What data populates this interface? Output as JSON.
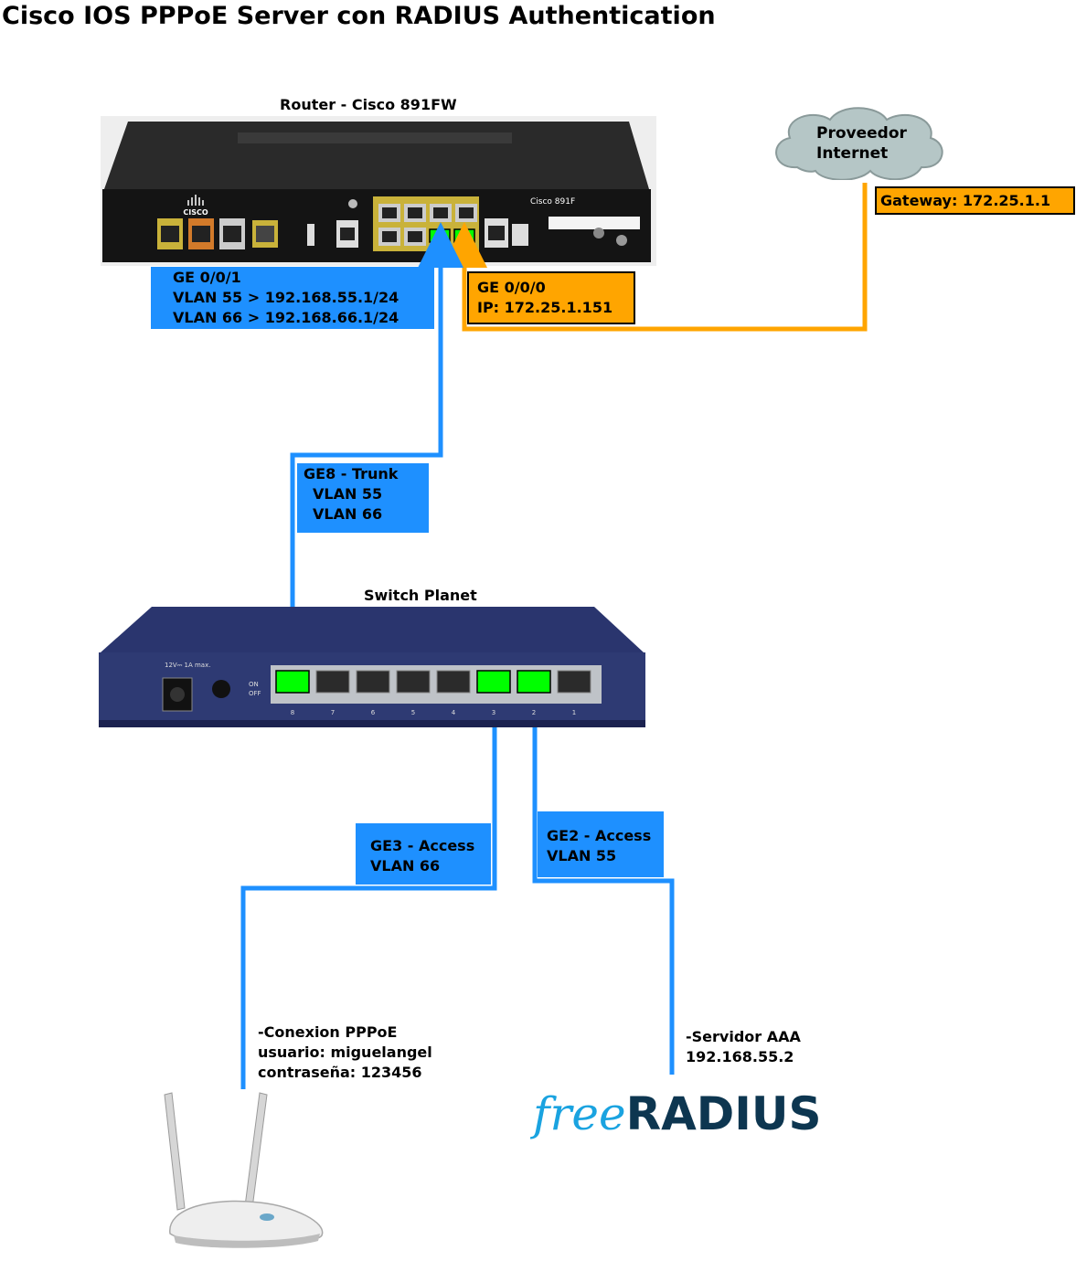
{
  "title": "Cisco IOS PPPoE Server con RADIUS Authentication",
  "router": {
    "caption": "Router - Cisco 891FW",
    "model_text": "Cisco 891F",
    "brand": "CISCO"
  },
  "isp_cloud": {
    "lines": [
      "Proveedor",
      "Internet"
    ]
  },
  "gateway_label": "Gateway: 172.25.1.1",
  "ge001": {
    "lines": [
      "GE 0/0/1",
      "VLAN 55 > 192.168.55.1/24",
      "VLAN 66 > 192.168.66.1/24"
    ]
  },
  "ge000": {
    "lines": [
      "GE 0/0/0",
      "IP: 172.25.1.151"
    ]
  },
  "ge8": {
    "lines": [
      "GE8 - Trunk",
      "VLAN 55",
      "VLAN 66"
    ]
  },
  "switch": {
    "caption": "Switch Planet",
    "power_label": "12V⎓ 1A max.",
    "on_label": "ON",
    "off_label": "OFF",
    "port_numbers": [
      "8",
      "7",
      "6",
      "5",
      "4",
      "3",
      "2",
      "1"
    ]
  },
  "ge3": {
    "lines": [
      "GE3 - Access",
      "VLAN 66"
    ]
  },
  "ge2": {
    "lines": [
      "GE2 - Access",
      "VLAN 55"
    ]
  },
  "pppoe": {
    "lines": [
      "-Conexion PPPoE",
      "usuario: miguelangel",
      "contraseña: 123456"
    ]
  },
  "aaa": {
    "lines": [
      "-Servidor AAA",
      "192.168.55.2"
    ]
  },
  "freeradius": {
    "free": "free",
    "radius": "RADIUS"
  },
  "colors": {
    "link_blue": "#1e90ff",
    "link_orange": "#ffa500",
    "port_active": "#00ff00",
    "switch_body": "#2e3a73",
    "router_body": "#1a1a1a"
  }
}
